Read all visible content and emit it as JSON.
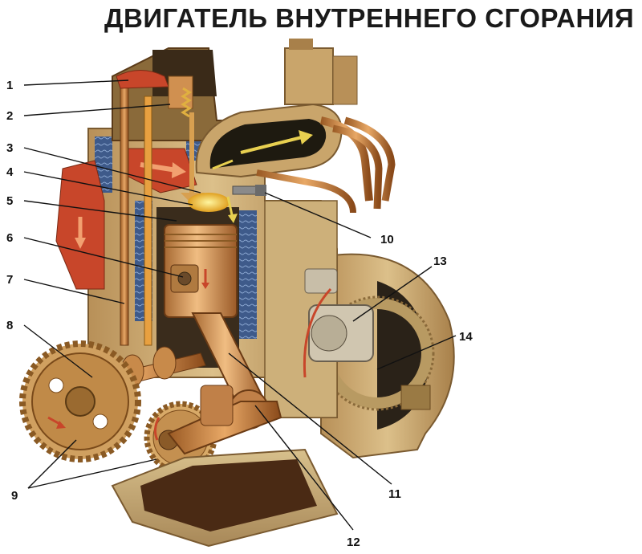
{
  "title": "ДВИГАТЕЛЬ ВНУТРЕННЕГО СГОРАНИЯ",
  "colors": {
    "background": "#ffffff",
    "block": "#c9a56b",
    "block_dark": "#8a6a3a",
    "copper": "#c47a3a",
    "red": "#c8462a",
    "blue": "#3e5a8a",
    "oil": "#4a2a14",
    "flame": "#f2d23a"
  },
  "callouts": [
    {
      "id": "1",
      "label": "1"
    },
    {
      "id": "2",
      "label": "2"
    },
    {
      "id": "3",
      "label": "3"
    },
    {
      "id": "4",
      "label": "4"
    },
    {
      "id": "5",
      "label": "5"
    },
    {
      "id": "6",
      "label": "6"
    },
    {
      "id": "7",
      "label": "7"
    },
    {
      "id": "8",
      "label": "8"
    },
    {
      "id": "9",
      "label": "9"
    },
    {
      "id": "10",
      "label": "10"
    },
    {
      "id": "11",
      "label": "11"
    },
    {
      "id": "12",
      "label": "12"
    },
    {
      "id": "13",
      "label": "13"
    },
    {
      "id": "14",
      "label": "14"
    }
  ]
}
